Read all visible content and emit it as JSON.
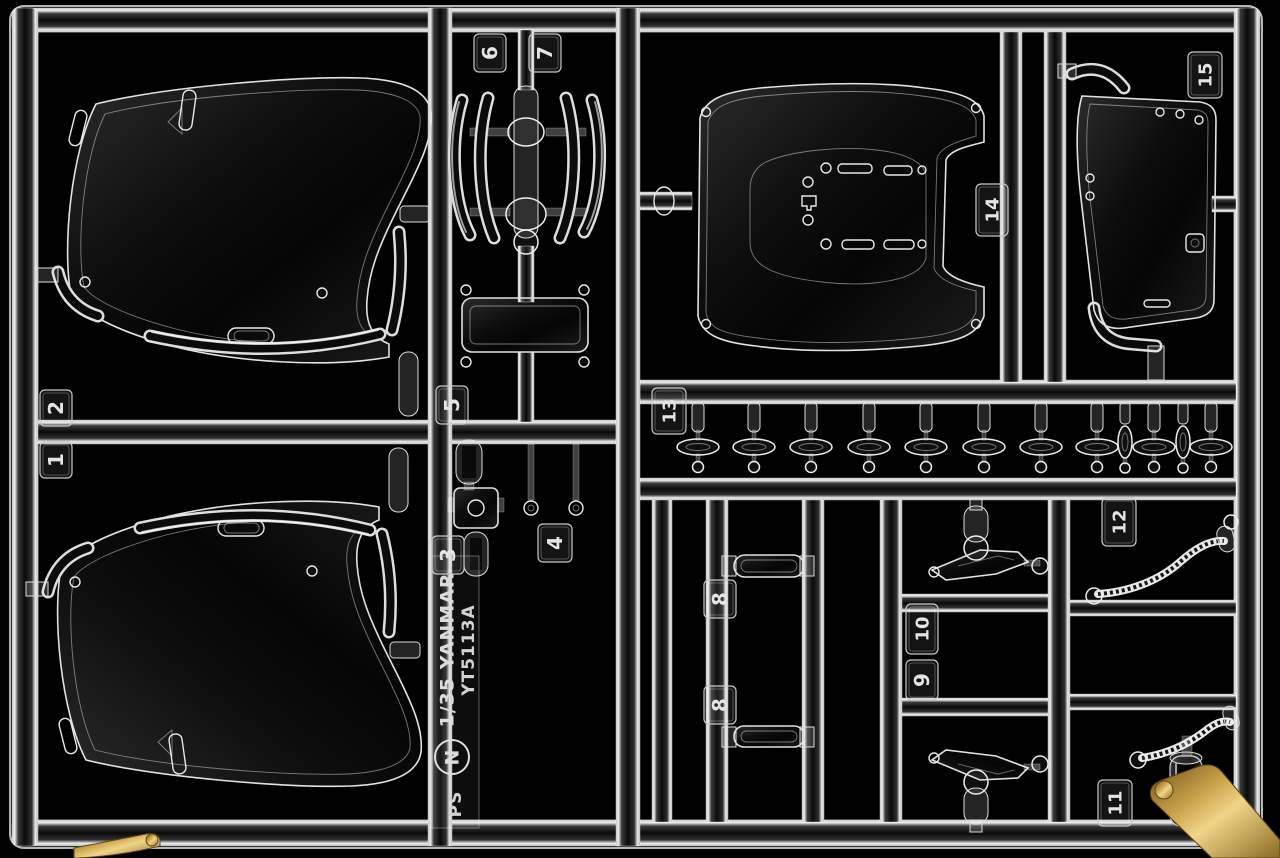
{
  "sprue": {
    "part_numbers": [
      "1",
      "2",
      "3",
      "4",
      "5",
      "6",
      "7",
      "8",
      "8",
      "9",
      "10",
      "11",
      "12",
      "13",
      "14",
      "15"
    ],
    "markings": {
      "line1": "1/35 YANMAR",
      "line2": "YT5113A",
      "gate_letter": "N",
      "material": "PS"
    }
  },
  "colors": {
    "background": "#000000",
    "clear_plastic_edge": "#e8e8e8",
    "metal_clip_gold": "#caa24a"
  }
}
